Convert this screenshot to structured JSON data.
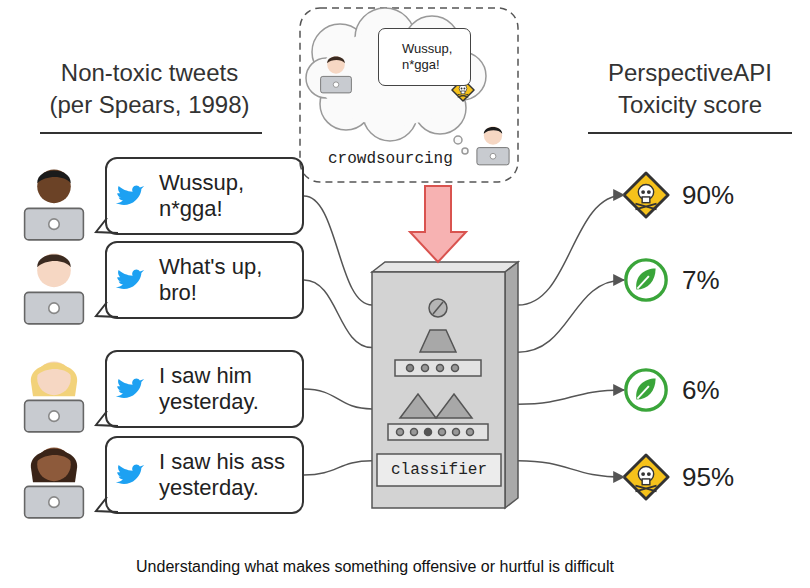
{
  "diagram": {
    "caption": "Understanding what makes something offensive or hurtful is difficult",
    "nodes": [
      {
        "text": [
          "crowdsourcing"
        ]
      },
      {
        "text": [
          "Wussup, n*gga!"
        ],
        "in": 0
      },
      {
        "text": [
          "Wussup, n*gga!"
        ]
      },
      {
        "text": [
          "What's up, bro!"
        ]
      },
      {
        "text": [
          "I saw him yesterday."
        ]
      },
      {
        "text": [
          "I saw his ass yesterday."
        ]
      },
      {
        "text": [
          "classifier"
        ]
      },
      {
        "text": [
          "90%"
        ]
      },
      {
        "text": [
          "7%"
        ]
      },
      {
        "text": [
          "6%"
        ]
      },
      {
        "text": [
          "95%"
        ]
      }
    ],
    "edges": [
      {
        "from": 2,
        "to": 6,
        "arrow": "none"
      },
      {
        "from": 3,
        "to": 6,
        "arrow": "none"
      },
      {
        "from": 4,
        "to": 6,
        "arrow": "none"
      },
      {
        "from": 5,
        "to": 6,
        "arrow": "none"
      },
      {
        "from": 0,
        "to": 6,
        "arrow": "to"
      },
      {
        "from": 6,
        "to": 7,
        "arrow": "to"
      },
      {
        "from": 6,
        "to": 8,
        "arrow": "to"
      },
      {
        "from": 6,
        "to": 9,
        "arrow": "to"
      },
      {
        "from": 6,
        "to": 10,
        "arrow": "to"
      }
    ],
    "labels": [
      "Non-toxic tweets (per Spears, 1998)",
      "PerspectiveAPI Toxicity score"
    ]
  }
}
